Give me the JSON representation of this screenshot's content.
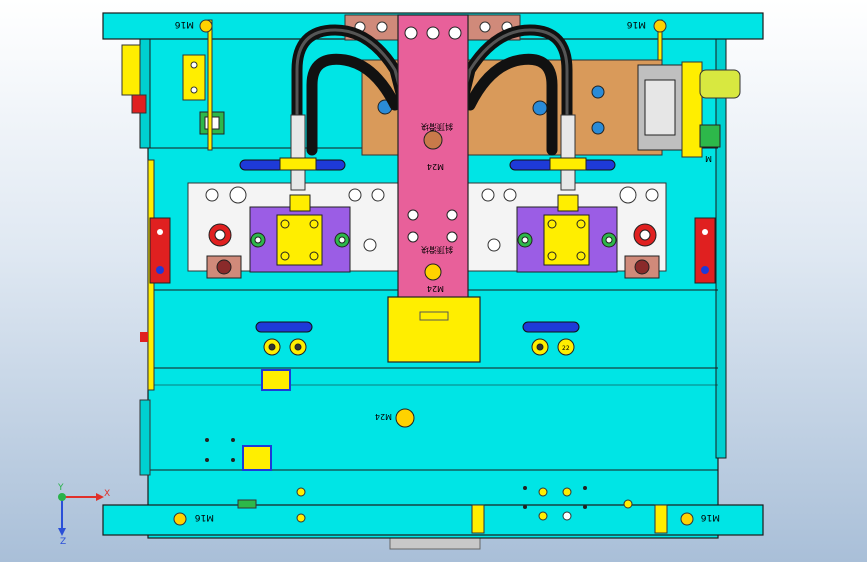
{
  "app": {
    "background_colors": [
      "#ffffff",
      "#a9bfd8"
    ],
    "accent_mold": "#00e5e5",
    "accent_slider": "#e8609a",
    "accent_insert": "#9b5de5",
    "accent_block": "#ffee00",
    "accent_plate": "#d99a5a"
  },
  "labels": {
    "m16_top_left": "M16",
    "m16_top_right": "M16",
    "m16_bottom_left": "M16",
    "m16_bottom_right": "M16",
    "m24_slider_upper": "M24",
    "m24_slider_lower": "M24",
    "m24_center": "M24",
    "m_right": "M",
    "slider_text_upper": "斜顶滑块",
    "slider_text_lower": "斜顶滑块",
    "bolt_number": "22"
  },
  "triad": {
    "x_label": "X",
    "y_label": "Y",
    "z_label": "Z",
    "x_color": "#e0302a",
    "y_color": "#2ab24a",
    "z_color": "#2a4fd8"
  }
}
